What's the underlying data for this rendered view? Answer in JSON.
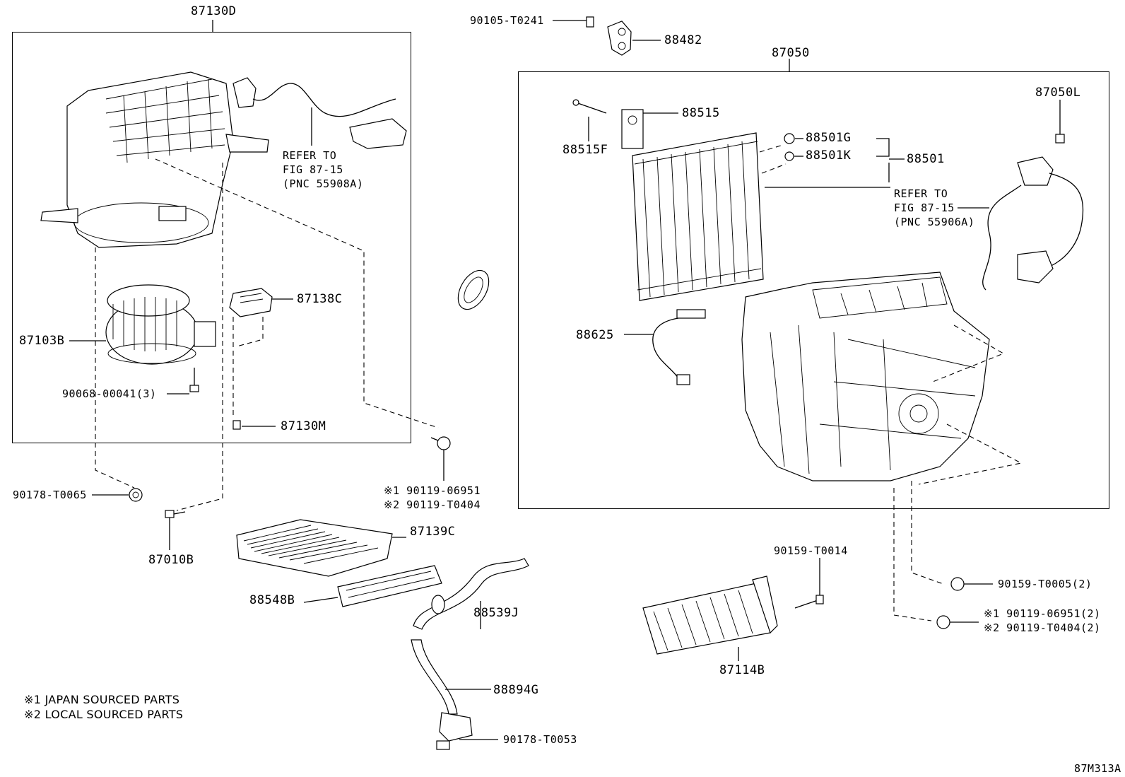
{
  "diagram_id": "87M313A",
  "assemblies": {
    "blower_unit": "87130D",
    "cooling_unit": "87050"
  },
  "parts": {
    "p90105_T0241": "90105-T0241",
    "p88482": "88482",
    "p87050L": "87050L",
    "p88515": "88515",
    "p88515F": "88515F",
    "p88501G": "88501G",
    "p88501K": "88501K",
    "p88501": "88501",
    "p88625": "88625",
    "p87138C": "87138C",
    "p87103B": "87103B",
    "p90068_00041": "90068-00041(3)",
    "p87130M": "87130M",
    "p90178_T0065": "90178-T0065",
    "p87010B": "87010B",
    "p87139C": "87139C",
    "p88548B": "88548B",
    "p88539J": "88539J",
    "p88894G": "88894G",
    "p90178_T0053": "90178-T0053",
    "p87114B": "87114B",
    "p90159_T0014": "90159-T0014",
    "p90159_T0005": "90159-T0005(2)"
  },
  "refs": {
    "ref1": {
      "line1": "REFER TO",
      "line2": "FIG 87-15",
      "line3": "(PNC 55908A)"
    },
    "ref2": {
      "line1": "REFER TO",
      "line2": "FIG 87-15",
      "line3": "(PNC 55906A)"
    }
  },
  "alt_parts": {
    "a": {
      "line1": "※1 90119-06951",
      "line2": "※2 90119-T0404"
    },
    "b": {
      "line1": "※1 90119-06951(2)",
      "line2": "※2 90119-T0404(2)"
    }
  },
  "notes": {
    "note1": "※1 JAPAN SOURCED PARTS",
    "note2": "※2 LOCAL SOURCED PARTS"
  }
}
